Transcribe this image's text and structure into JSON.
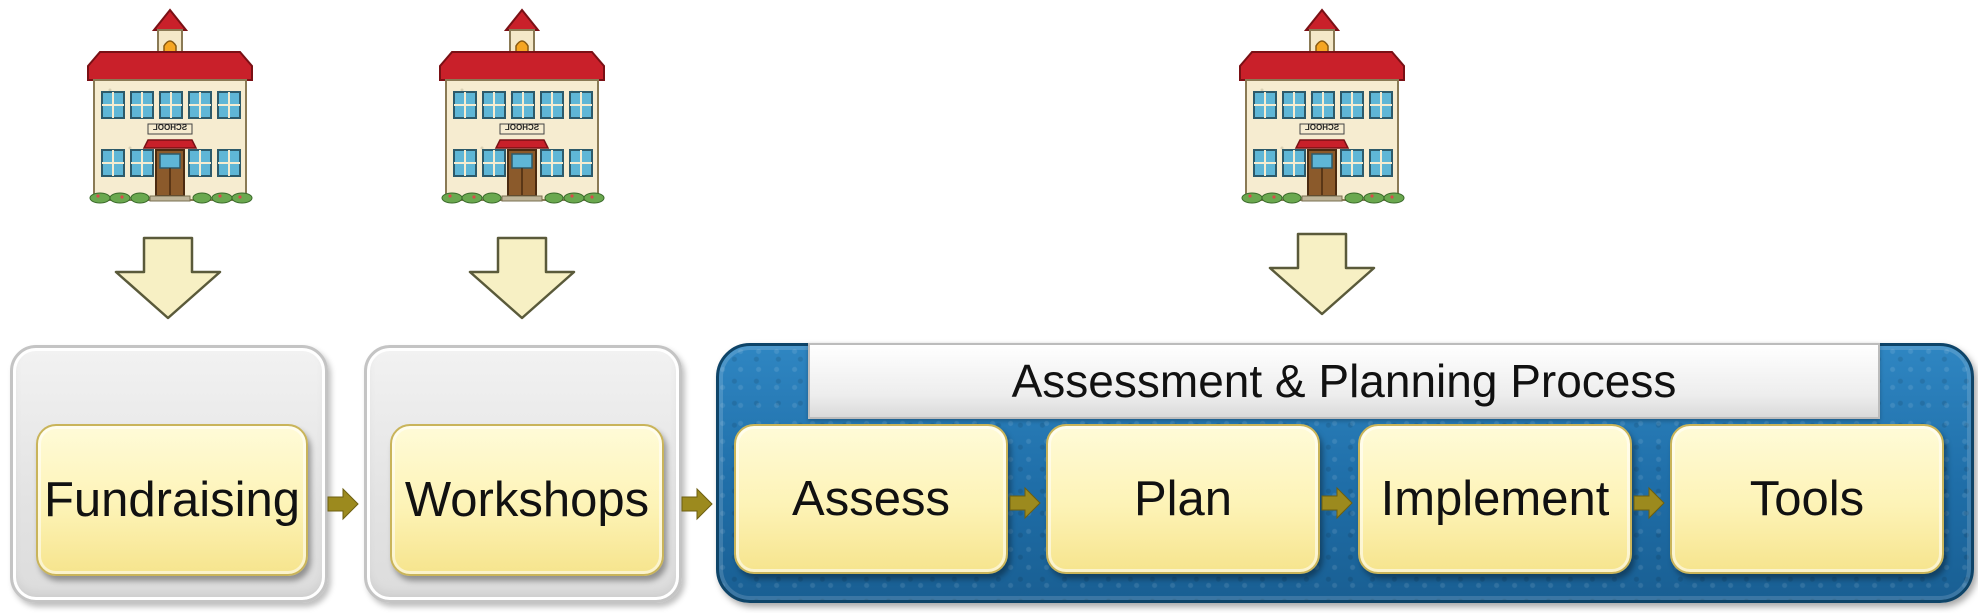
{
  "colors": {
    "arrow_fill": "#f7f0c4",
    "arrow_stroke": "#5a5a3a",
    "connector": "#9c8a1e",
    "blue_panel": "#1f6ea8",
    "step_fill": "#fdf3b6",
    "roof": "#c9202a"
  },
  "icons": {
    "school": "school-building-icon",
    "down_arrow": "down-arrow-icon",
    "right_arrow": "right-arrow-icon"
  },
  "schools": [
    {
      "sign": "SCHOOL"
    },
    {
      "sign": "SCHOOL"
    },
    {
      "sign": "SCHOOL"
    }
  ],
  "fundraising": {
    "label": "Fundraising"
  },
  "workshops": {
    "label": "Workshops"
  },
  "process": {
    "title": "Assessment & Planning Process",
    "steps": [
      {
        "label": "Assess"
      },
      {
        "label": "Plan"
      },
      {
        "label": "Implement"
      },
      {
        "label": "Tools"
      }
    ]
  }
}
